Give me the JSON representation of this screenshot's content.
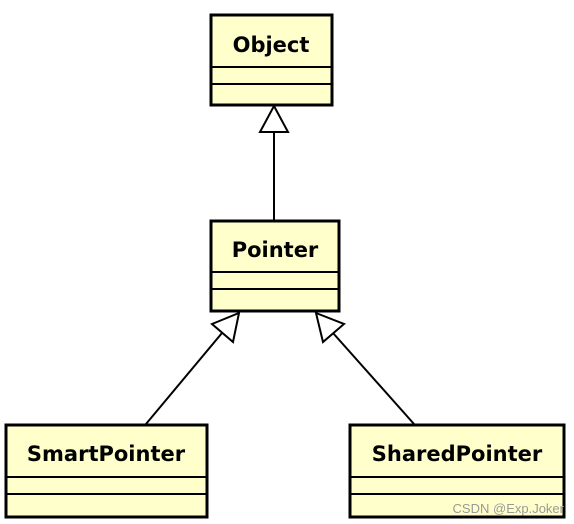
{
  "classes": {
    "object": {
      "name": "Object"
    },
    "pointer": {
      "name": "Pointer"
    },
    "smart_pointer": {
      "name": "SmartPointer"
    },
    "shared_pointer": {
      "name": "SharedPointer"
    }
  },
  "relationships": [
    {
      "type": "generalization",
      "from": "Pointer",
      "to": "Object"
    },
    {
      "type": "generalization",
      "from": "SmartPointer",
      "to": "Pointer"
    },
    {
      "type": "generalization",
      "from": "SharedPointer",
      "to": "Pointer"
    }
  ],
  "colors": {
    "box_fill": "#ffffcc",
    "border": "#000000",
    "watermark": "#9a9a9a"
  },
  "watermark": "CSDN @Exp.Joker"
}
